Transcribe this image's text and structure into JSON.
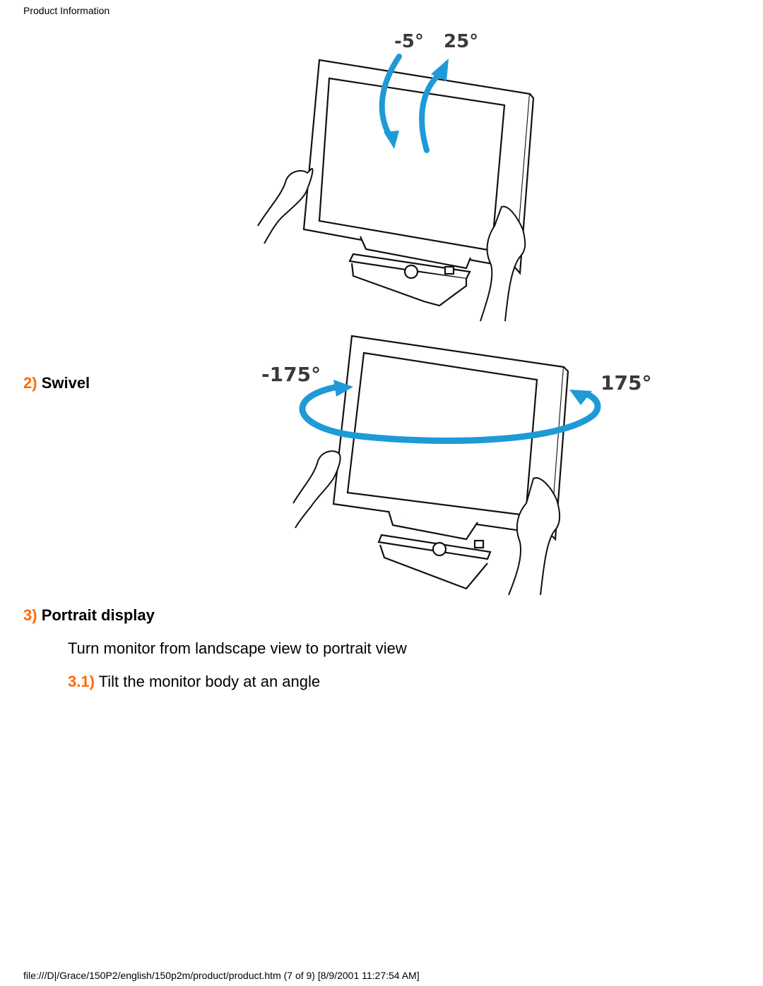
{
  "header": {
    "title": "Product Information"
  },
  "figures": {
    "tilt": {
      "label_left": "-5°",
      "label_right": "25°",
      "arrow_color": "#1e9ad6"
    },
    "swivel": {
      "label_left": "-175°",
      "label_right": "175°",
      "arrow_color": "#1e9ad6"
    }
  },
  "sections": {
    "swivel": {
      "number": "2)",
      "title": "Swivel"
    },
    "portrait": {
      "number": "3)",
      "title": "Portrait display"
    }
  },
  "content": {
    "intro": "Turn monitor from landscape view to portrait view",
    "step": {
      "number": "3.1)",
      "text": "Tilt the monitor body at an angle"
    }
  },
  "footer": {
    "path": "file:///D|/Grace/150P2/english/150p2m/product/product.htm (7 of 9) [8/9/2001 11:27:54 AM]"
  },
  "colors": {
    "accent": "#ff6a00",
    "arrow": "#1e9ad6"
  }
}
